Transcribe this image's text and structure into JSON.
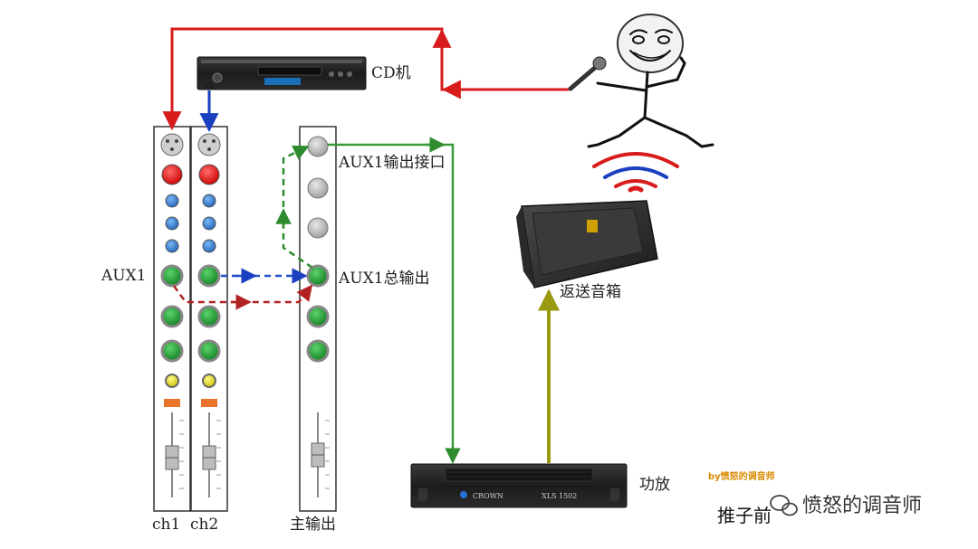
{
  "labels": {
    "cd_player": "CD机",
    "aux1_input": "AUX1",
    "aux1_output_port": "AUX1输出接口",
    "aux1_master": "AUX1总输出",
    "monitor_speaker": "返送音箱",
    "amplifier": "功放",
    "ch1": "ch1",
    "ch2": "ch2",
    "main_output": "主输出",
    "pre_fader": "推子前"
  },
  "device_text": {
    "amp_brand": "CROWN",
    "amp_model": "XLS 1502"
  },
  "watermark": {
    "account": "愤怒的调音师",
    "small": "by愤怒的调音师"
  },
  "colors": {
    "mic_signal": "#d81b1b",
    "cd_signal": "#1a3fbf",
    "aux_send_ch1": "#b22222",
    "aux_send_ch2": "#1f4fc9",
    "aux_master_to_port": "#2e8b2e",
    "port_to_amp": "#3a9a3a",
    "amp_to_speaker": "#9a9a10",
    "knob_green": "#1f8f2f",
    "knob_blue": "#2f7fd8",
    "knob_red": "#e02020",
    "knob_yellow": "#e8e020"
  }
}
